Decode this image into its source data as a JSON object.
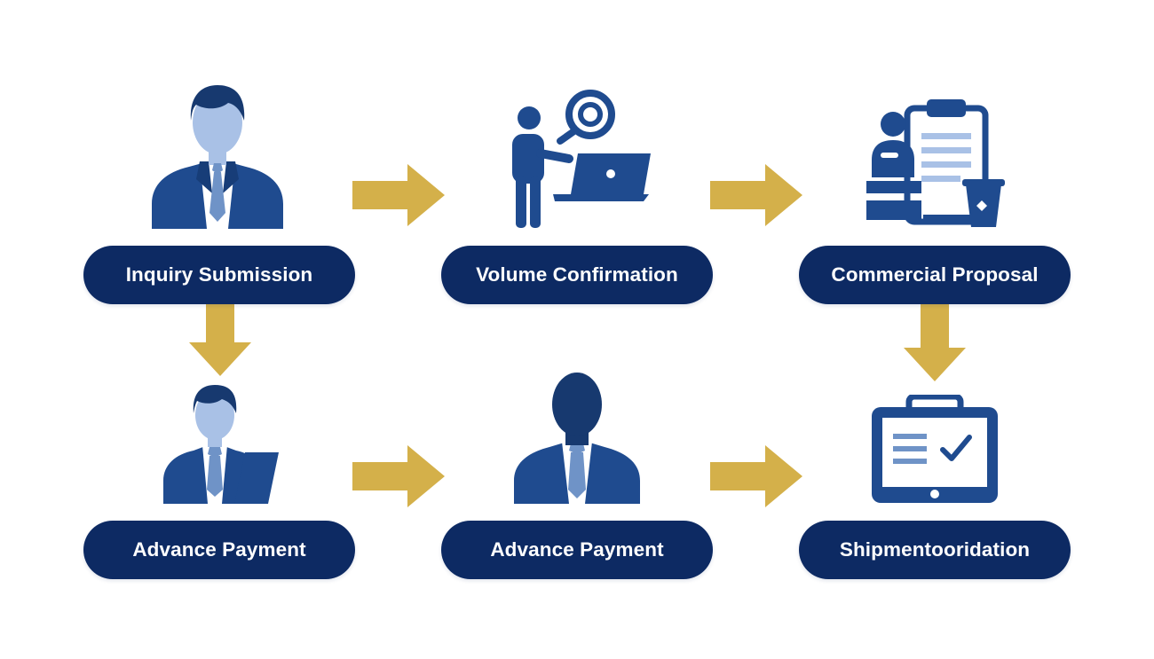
{
  "colors": {
    "navy": "#0d2a63",
    "blue": "#1f4b8f",
    "light_blue": "#a9c1e6",
    "tie_blue": "#6f93c7",
    "gold": "#d4b04a",
    "white": "#ffffff"
  },
  "steps": [
    {
      "label": "Inquiry Submission",
      "icon": "businessman-icon"
    },
    {
      "label": "Volume Confirmation",
      "icon": "person-laptop-icon"
    },
    {
      "label": "Commercial Proposal",
      "icon": "clipboard-desk-icon"
    },
    {
      "label": "Advance Payment",
      "icon": "businessman-document-icon"
    },
    {
      "label": "Advance Payment",
      "icon": "businessman-silhouette-icon"
    },
    {
      "label": "Shipmentooridation",
      "icon": "tablet-checklist-icon"
    }
  ],
  "arrows": [
    {
      "from": "Inquiry Submission",
      "to": "Volume Confirmation",
      "direction": "right"
    },
    {
      "from": "Volume Confirmation",
      "to": "Commercial Proposal",
      "direction": "right"
    },
    {
      "from": "Inquiry Submission",
      "to": "Advance Payment",
      "direction": "down"
    },
    {
      "from": "Commercial Proposal",
      "to": "Shipmentooridation",
      "direction": "down"
    },
    {
      "from": "Advance Payment",
      "to": "Advance Payment",
      "direction": "right"
    },
    {
      "from": "Advance Payment",
      "to": "Shipmentooridation",
      "direction": "right"
    }
  ]
}
